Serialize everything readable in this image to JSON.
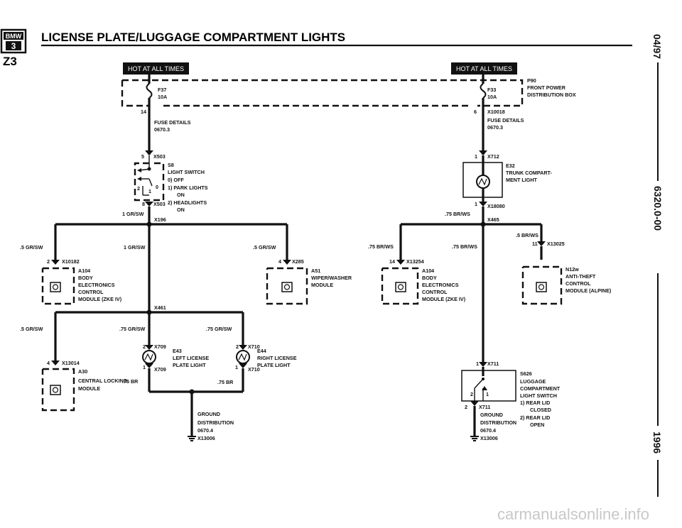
{
  "header": {
    "badge_top": "BMW",
    "badge_num": "3",
    "model": "Z3",
    "title": "LICENSE PLATE/LUGGAGE COMPARTMENT LIGHTS"
  },
  "side": {
    "date": "04/97",
    "code": "6320.0-00",
    "year": "1996"
  },
  "watermark": "carmanualsonline.info",
  "hot_left": "HOT AT ALL TIMES",
  "hot_right": "HOT AT ALL TIMES",
  "fuse_box": [
    "P90",
    "FRONT POWER",
    "DISTRIBUTION BOX"
  ],
  "fuse_left": {
    "name": "F37",
    "amp": "10A",
    "pin": "14",
    "d1": "FUSE DETAILS",
    "d2": "0670.3"
  },
  "fuse_right": {
    "name": "F33",
    "amp": "10A",
    "pin": "6",
    "conn": "X10018",
    "d1": "FUSE DETAILS",
    "d2": "0670.3"
  },
  "switch": {
    "pin_top": "5",
    "conn_top": "X503",
    "id": "S8",
    "lines": [
      "LIGHT SWITCH",
      "0)  OFF",
      "1)  PARK LIGHTS",
      "ON",
      "2)  HEADLIGHTS",
      "ON"
    ],
    "pos2": "2",
    "pos0": "0",
    "pos1": "1",
    "pin_bot": "8",
    "conn_bot": "X503",
    "wire": "1 GR/SW",
    "splice": "X196"
  },
  "left_wires": {
    "w1": ".5 GR/SW",
    "w2": "1 GR/SW",
    "w3": ".5 GR/SW",
    "splice2": "X461",
    "w4": ".5 GR/SW",
    "w5": ".75 GR/SW",
    "w6": ".75 GR/SW"
  },
  "a104_left": {
    "pin": "2",
    "conn": "X10182",
    "lines": [
      "A104",
      "BODY",
      "ELECTRONICS",
      "CONTROL",
      "MODULE (ZKE IV)"
    ]
  },
  "a51": {
    "pin": "4",
    "conn": "X285",
    "lines": [
      "A51",
      "WIPER/WASHER",
      "MODULE"
    ]
  },
  "a30": {
    "pin": "4",
    "conn": "X13014",
    "lines": [
      "A30",
      "CENTRAL LOCKING",
      "MODULE"
    ],
    "wire": ".75 BR"
  },
  "e43": {
    "pin_top": "2",
    "conn_top": "X709",
    "id": "E43",
    "l1": "LEFT LICENSE",
    "l2": "PLATE LIGHT",
    "pin_bot": "1",
    "conn_bot": "X709"
  },
  "e44": {
    "pin_top": "2",
    "conn_top": "X710",
    "id": "E44",
    "l1": "RIGHT LICENSE",
    "l2": "PLATE LIGHT",
    "pin_bot": "1",
    "conn_bot": "X710",
    "wire": ".75 BR"
  },
  "ground_left": {
    "lines": [
      "GROUND",
      "DISTRIBUTION",
      "0670.4"
    ],
    "conn": "X13006"
  },
  "e32": {
    "pin_top": "1",
    "conn_top": "X712",
    "lines": [
      "E32",
      "TRUNK COMPART-",
      "MENT LIGHT"
    ],
    "pin_bot": "1",
    "conn_bot": "X18080",
    "wire": ".75 BR/WS",
    "splice": "X465"
  },
  "right_wires": {
    "w1": ".75 BR/WS",
    "w2": ".75 BR/WS",
    "w3": ".5 BR/WS"
  },
  "a104_right": {
    "pin": "14",
    "conn": "X13254",
    "lines": [
      "A104",
      "BODY",
      "ELECTRONICS",
      "CONTROL",
      "MODULE (ZKE IV)"
    ]
  },
  "n12w": {
    "pin": "11",
    "conn": "X13025",
    "lines": [
      "N12w",
      "ANTI-THEFT",
      "CONTROL",
      "MODULE (ALPINE)"
    ]
  },
  "s626": {
    "pin_top": "1",
    "conn_top": "X711",
    "lines": [
      "S626",
      "LUGGAGE",
      "COMPARTMENT",
      "LIGHT SWITCH",
      "1)  REAR LID",
      "CLOSED",
      "2)  REAR LID",
      "OPEN"
    ],
    "p2": "2",
    "p1": "1",
    "pin_bot": "2",
    "conn_bot": "X711"
  },
  "ground_right": {
    "lines": [
      "GROUND",
      "DISTRIBUTION",
      "0670.4"
    ],
    "conn": "X13006"
  }
}
